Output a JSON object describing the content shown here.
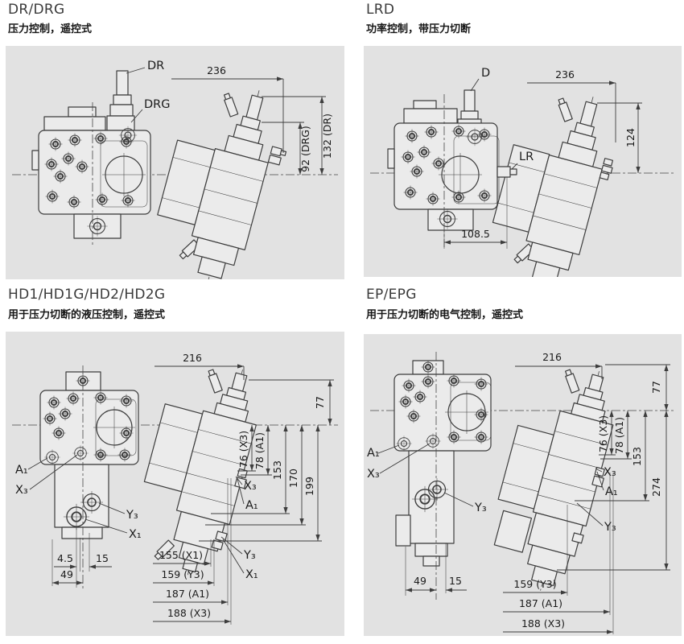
{
  "page": {
    "bg": "#ffffff",
    "panel_bg": "#e2e2e2",
    "line_color": "#3d3d3d",
    "text_color": "#1b1b1b"
  },
  "sections": {
    "dr": {
      "title": "DR/DRG",
      "subtitle": "压力控制，遥控式",
      "label_dr": "DR",
      "label_drg": "DRG",
      "dim_width": "236",
      "dim_drg": "92 (DRG)",
      "dim_dr": "132 (DR)"
    },
    "lrd": {
      "title": "LRD",
      "subtitle": "功率控制，带压力切断",
      "label_d": "D",
      "label_lr": "LR",
      "dim_width": "236",
      "dim_height": "124",
      "dim_offset": "108.5"
    },
    "hd": {
      "title": "HD1/HD1G/HD2/HD2G",
      "subtitle": "用于压力切断的液压控制，遥控式",
      "label_a1": "A₁",
      "label_x3": "X₃",
      "label_y3": "Y₃",
      "label_x1": "X₁",
      "dim_width": "216",
      "dim_77": "77",
      "dim_76": "76 (X3)",
      "dim_78": "78 (A1)",
      "dim_153": "153",
      "dim_170": "170",
      "dim_199": "199",
      "dim_4_5": "4.5",
      "dim_15": "15",
      "dim_49": "49",
      "dim_155": "155 (X1)",
      "dim_159": "159 (Y3)",
      "dim_187": "187 (A1)",
      "dim_188": "188 (X3)"
    },
    "ep": {
      "title": "EP/EPG",
      "subtitle": "用于压力切断的电气控制，遥控式",
      "label_a1": "A₁",
      "label_x3": "X₃",
      "label_y3": "Y₃",
      "dim_width": "216",
      "dim_77": "77",
      "dim_76": "76 (X3)",
      "dim_78": "78 (A1)",
      "dim_153": "153",
      "dim_274": "274",
      "dim_49": "49",
      "dim_15": "15",
      "dim_159": "159 (Y3)",
      "dim_187": "187 (A1)",
      "dim_188": "188 (X3)"
    }
  }
}
